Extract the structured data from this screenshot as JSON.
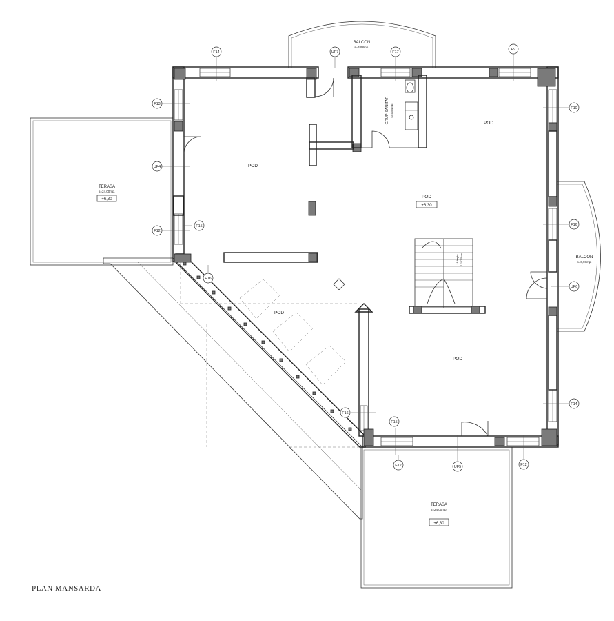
{
  "drawing_title": "PLAN MANSARDA",
  "rooms": {
    "pod_top_left": "POD",
    "pod_top_right": "POD",
    "pod_center": "POD",
    "pod_level": "+6,30",
    "pod_diagonal": "POD",
    "pod_bottom_right": "POD",
    "grup_sanitar_name": "GRUP SANITAR",
    "grup_sanitar_area": "s=4,54mp.",
    "stairs_note_1": "18 trepte",
    "stairs_note_2": "17/27,5 cm"
  },
  "balcony_top": {
    "name": "BALCON",
    "area": "s=4,98mp."
  },
  "balcony_right": {
    "name": "BALCON",
    "area": "s=6,98mp."
  },
  "terrace_left": {
    "name": "TERASA",
    "area": "s=24,00mp.",
    "level": "+6,30"
  },
  "terrace_bottom": {
    "name": "TERASA",
    "area": "s=24,00mp.",
    "level": "+6,30"
  },
  "tags": {
    "f14_top": "F14",
    "uf7": "UF7",
    "f17": "F17",
    "f9": "F9",
    "f13": "F13",
    "f10": "F10",
    "uf4": "UF4",
    "f12_left": "F12",
    "f15_left": "F15",
    "f16_right": "F16",
    "f16_diag": "F16",
    "uf6": "UF6",
    "f14_right": "F14",
    "f16_low": "F16",
    "f15_low": "F15",
    "f12_bottom": "F12",
    "uf5": "UF5",
    "f12_bottom_right": "F12"
  }
}
